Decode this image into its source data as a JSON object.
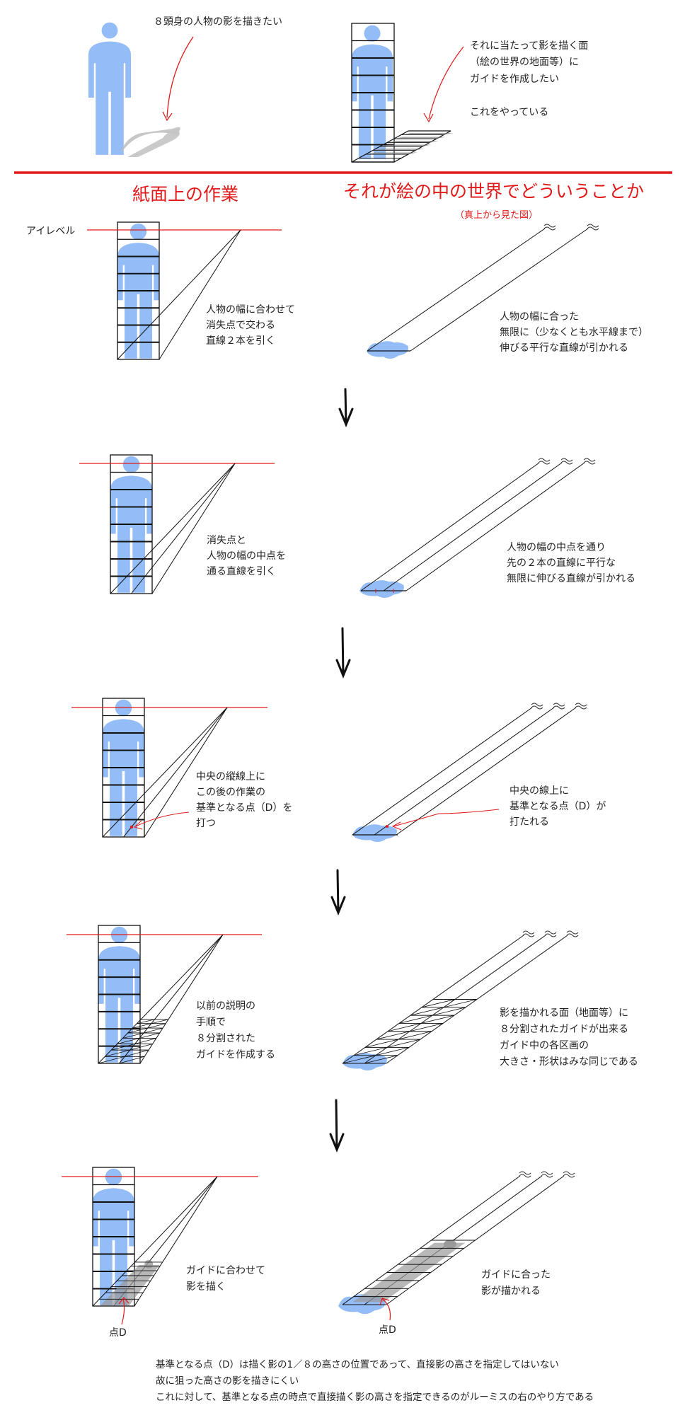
{
  "colors": {
    "accent_red": "#e01a1a",
    "figure_blue": "#94bdf7",
    "shadow_gray": "#9a9a9a",
    "line_black": "#111111"
  },
  "intro": {
    "left_caption": "８頭身の人物の影を描きたい",
    "right_caption": [
      "それに当たって影を描く面",
      "（絵の世界の地面等）に",
      "ガイドを作成したい",
      "",
      "これをやっている"
    ]
  },
  "headings": {
    "left": "紙面上の作業",
    "right": "それが絵の中の世界でどういうことか",
    "right_sub": "（真上から見た図）"
  },
  "eye_level_label": "アイレベル",
  "break_mark": "≈",
  "steps": [
    {
      "left_text": [
        "人物の幅に合わせて",
        "消失点で交わる",
        "直線２本を引く"
      ],
      "right_text": [
        "人物の幅に合った",
        "無限に（少なくとも水平線まで）",
        "伸びる平行な直線が引かれる"
      ]
    },
    {
      "left_text": [
        "消失点と",
        "人物の幅の中点を",
        "通る直線を引く"
      ],
      "right_text": [
        "人物の幅の中点を通り",
        "先の２本の直線に平行な",
        "無限に伸びる直線が引かれる"
      ]
    },
    {
      "left_text": [
        "中央の縦線上に",
        "この後の作業の",
        "基準となる点（D）を",
        "打つ"
      ],
      "right_text": [
        "中央の線上に",
        "基準となる点（D）が",
        "打たれる"
      ]
    },
    {
      "left_text": [
        "以前の説明の",
        "手順で",
        "８分割された",
        "ガイドを作成する"
      ],
      "right_text": [
        "影を描かれる面（地面等）に",
        "８分割されたガイドが出来る",
        "ガイド中の各区画の",
        "大きさ・形状はみな同じである"
      ]
    },
    {
      "left_text": [
        "ガイドに合わせて",
        "影を描く"
      ],
      "right_text": [
        "ガイドに合った",
        "影が描かれる"
      ],
      "point_label": "点D"
    }
  ],
  "conclusion": [
    "基準となる点（D）は描く影の1／８の高さの位置であって、直接影の高さを指定してはいない",
    "故に狙った高さの影を描きにくい",
    "これに対して、基準となる点の時点で直接描く影の高さを指定できるのがルーミスの右のやり方である"
  ]
}
